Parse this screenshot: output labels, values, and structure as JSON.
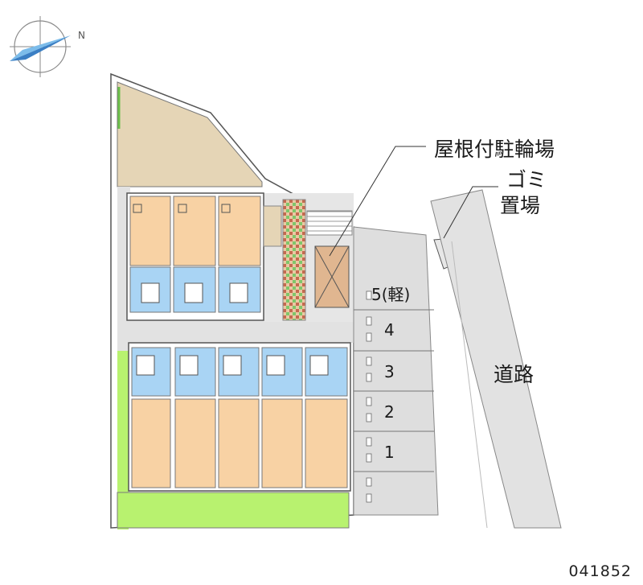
{
  "labels": {
    "bicycle_parking": "屋根付駐輪場",
    "garbage_line1": "ゴミ",
    "garbage_line2": "置場",
    "road": "道路",
    "compass_letter": "N"
  },
  "parking_spaces": [
    "5(軽)",
    "4",
    "3",
    "2",
    "1"
  ],
  "property_code": "041852",
  "colors": {
    "unit_room": "#f8d2a4",
    "unit_bath": "#a9d4f4",
    "garden": "#b8f26f",
    "yard": "#e5d5b6",
    "paving": "#dedede",
    "road": "#e2e2e2",
    "bike_roof": "#e0b690",
    "tile_red": "#c46a4f",
    "tile_green": "#7fc66a"
  }
}
